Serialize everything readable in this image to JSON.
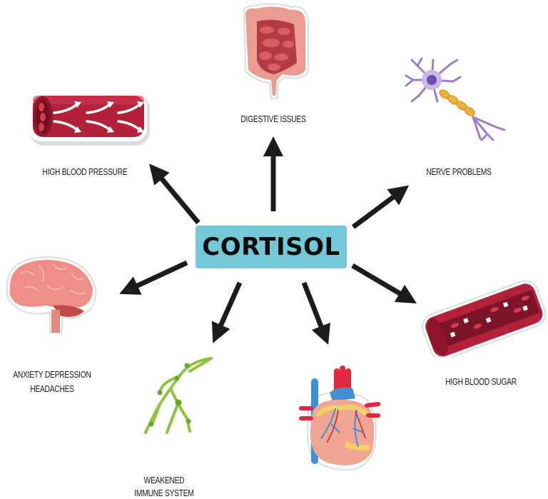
{
  "center": {
    "label": "CORTISOL",
    "color": "#74c8d8"
  },
  "effects": [
    {
      "id": "high-blood-pressure",
      "label": "HIGH BLOOD PRESSURE",
      "icon": "blood-vessel-arrows-icon"
    },
    {
      "id": "digestive-issues",
      "label": "DIGESTIVE ISSUES",
      "icon": "intestines-icon"
    },
    {
      "id": "nerve-problems",
      "label": "NERVE PROBLEMS",
      "icon": "neuron-icon"
    },
    {
      "id": "anxiety-depression-headaches",
      "label_line1": "ANXIETY  DEPRESSION",
      "label_line2": "HEADACHES",
      "icon": "brain-icon"
    },
    {
      "id": "high-blood-sugar",
      "label": "HIGH BLOOD SUGAR",
      "icon": "blood-vessel-sugar-icon"
    },
    {
      "id": "weakened-immune-system",
      "label_line1": "WEAKENED",
      "label_line2": "IMMUNE SYSTEM",
      "icon": "lymph-vessel-icon"
    },
    {
      "id": "heart",
      "label": "",
      "icon": "heart-icon"
    }
  ],
  "colors": {
    "arrow": "#1c1c1c",
    "vessel": "#b3213a",
    "intestine": "#e99a8f",
    "neuron": "#9b7ec6",
    "brain": "#ef8e86",
    "lymph": "#8cc63f"
  }
}
